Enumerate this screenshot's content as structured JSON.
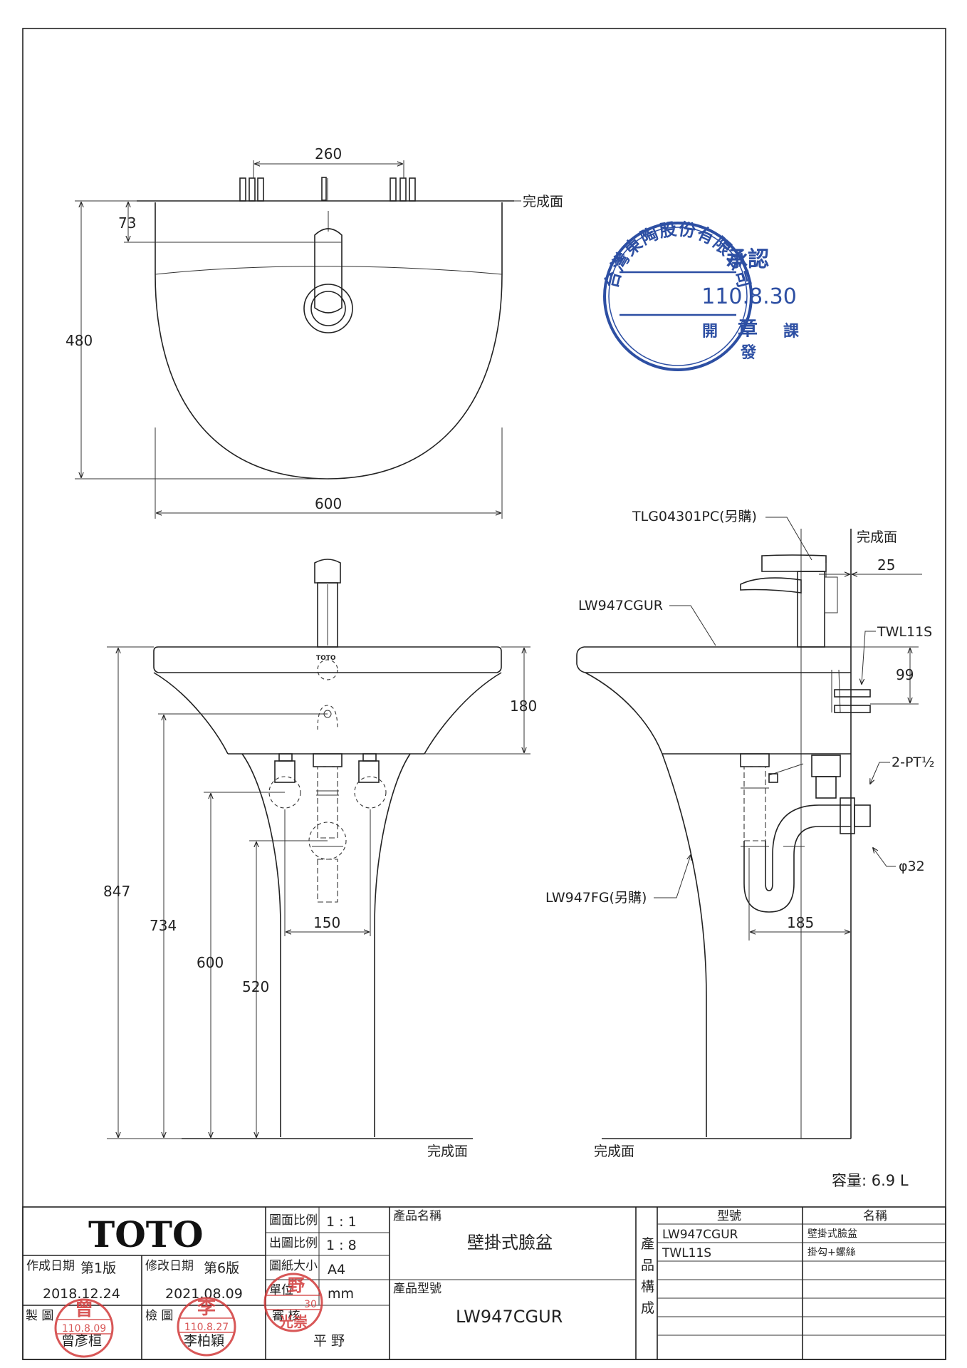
{
  "drawing": {
    "finish_surface_label": "完成面",
    "capacity": "容量: 6.9 L",
    "top_view": {
      "dim_260": "260",
      "dim_73": "73",
      "dim_480": "480",
      "dim_600": "600"
    },
    "front_view": {
      "dim_847": "847",
      "dim_734": "734",
      "dim_600": "600",
      "dim_520": "520",
      "dim_180": "180",
      "dim_150": "150",
      "emblem": "TOTO"
    },
    "side_view": {
      "faucet_callout": "TLG04301PC(另購)",
      "basin_callout": "LW947CGUR",
      "bracket_callout": "TWL11S",
      "pipe_callout": "2-PT½",
      "drain_callout": "φ32",
      "pedestal_callout": "LW947FG(另購)",
      "dim_25": "25",
      "dim_99": "99",
      "dim_185": "185"
    }
  },
  "stamps": {
    "approval": {
      "ring_text": "台灣東陶股份有限公司",
      "center_top": "承認",
      "date": "110.8.30",
      "center_bottom": "章",
      "bottom_left": "開",
      "bottom_center": "發",
      "bottom_right": "課"
    },
    "maker": {
      "name": "曾",
      "date": "110.8.09"
    },
    "checker": {
      "name": "李",
      "date": "110.8.27"
    },
    "reviewer": {
      "name": "野",
      "date": "30",
      "bottom": "光崇"
    }
  },
  "title_block": {
    "brand": "TOTO",
    "created_label": "作成日期",
    "created_version": "第1版",
    "created_date": "2018.12.24",
    "revised_label": "修改日期",
    "revised_version": "第6版",
    "revised_date": "2021.08.09",
    "maker_label": "製 圖",
    "maker_name": "曾彥桓",
    "checker_label": "檢 圖",
    "checker_name": "李柏穎",
    "scale_label": "圖面比例",
    "scale_value": "1 : 1",
    "print_scale_label": "出圖比例",
    "print_scale_value": "1 : 8",
    "paper_label": "圖紙大小",
    "paper_value": "A4",
    "unit_label": "單位",
    "unit_value": "mm",
    "review_label": "審 核",
    "review_name": "平 野",
    "product_name_label": "產品名稱",
    "product_name": "壁掛式臉盆",
    "product_model_label": "產品型號",
    "product_model": "LW947CGUR",
    "composition_label": [
      "產",
      "品",
      "構",
      "成"
    ],
    "columns": [
      "型號",
      "名稱"
    ],
    "rows": [
      {
        "model": "LW947CGUR",
        "name": "壁掛式臉盆"
      },
      {
        "model": "TWL11S",
        "name": "掛勾+螺絲"
      }
    ]
  }
}
